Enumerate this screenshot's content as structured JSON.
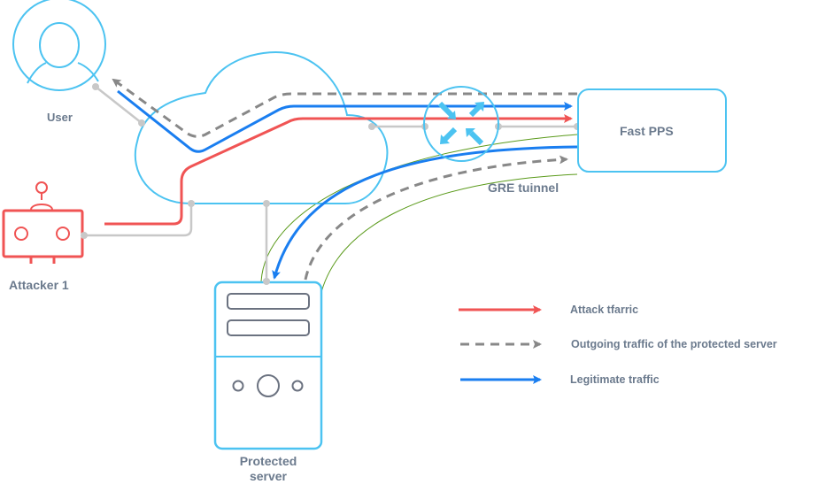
{
  "nodes": {
    "user": {
      "label": "User"
    },
    "attacker": {
      "label": "Attacker 1"
    },
    "fast_pps": {
      "label": "Fast PPS"
    },
    "gre_tunnel": {
      "label": "GRE tuinnel"
    },
    "protected_server": {
      "label_line1": "Protected",
      "label_line2": "server"
    },
    "cloud": {
      "label": ""
    }
  },
  "legend": {
    "items": [
      {
        "label": "Attack tfarric",
        "style": "solid",
        "color": "#f05454"
      },
      {
        "label": "Outgoing traffic of the protected server",
        "style": "dashed",
        "color": "#888888"
      },
      {
        "label": "Legitimate traffic",
        "style": "solid",
        "color": "#1a7ef0"
      }
    ]
  },
  "colors": {
    "node_outline": "#4cc3f1",
    "attacker": "#f05454",
    "connector": "#c8c8c8",
    "tunnel": "#5a9a1a",
    "legit": "#1a7ef0",
    "attack": "#f05454",
    "outgoing": "#888888",
    "server_detail": "#6b7280",
    "label_text": "#6b7a8d"
  }
}
